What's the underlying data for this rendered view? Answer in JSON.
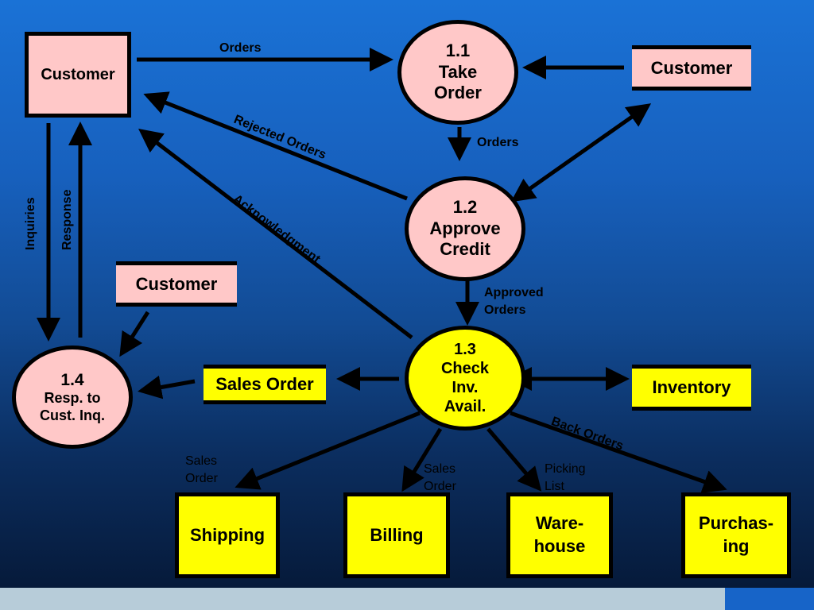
{
  "entities": {
    "customer_top_left": "Customer",
    "customer_top_right": "Customer",
    "customer_mid": "Customer",
    "shipping": "Shipping",
    "billing": "Billing",
    "warehouse": [
      "Ware-",
      "house"
    ],
    "purchasing": [
      "Purchas-",
      "ing"
    ]
  },
  "stores": {
    "sales_order": "Sales Order",
    "inventory": "Inventory"
  },
  "processes": {
    "p11": [
      "1.1",
      "Take",
      "Order"
    ],
    "p12": [
      "1.2",
      "Approve",
      "Credit"
    ],
    "p13": [
      "1.3",
      "Check",
      "Inv.",
      "Avail."
    ],
    "p14": [
      "1.4",
      "Resp. to",
      "Cust. Inq."
    ]
  },
  "flows": {
    "orders_top": "Orders",
    "orders_mid": "Orders",
    "rejected_orders": "Rejected Orders",
    "acknowledgment": "Acknowledgment",
    "inquiries": "Inquiries",
    "response": "Response",
    "approved_orders": [
      "Approved",
      "Orders"
    ],
    "back_orders": "Back Orders",
    "sales_order_shipping": [
      "Sales",
      "Order"
    ],
    "sales_order_billing": [
      "Sales",
      "Order"
    ],
    "picking_list": [
      "Picking",
      "List"
    ]
  },
  "colors": {
    "process_fill": "#ffc8c8",
    "highlight_fill": "#ffff00",
    "bg_top": "#1a72d6",
    "bg_bottom": "#061a3a"
  }
}
